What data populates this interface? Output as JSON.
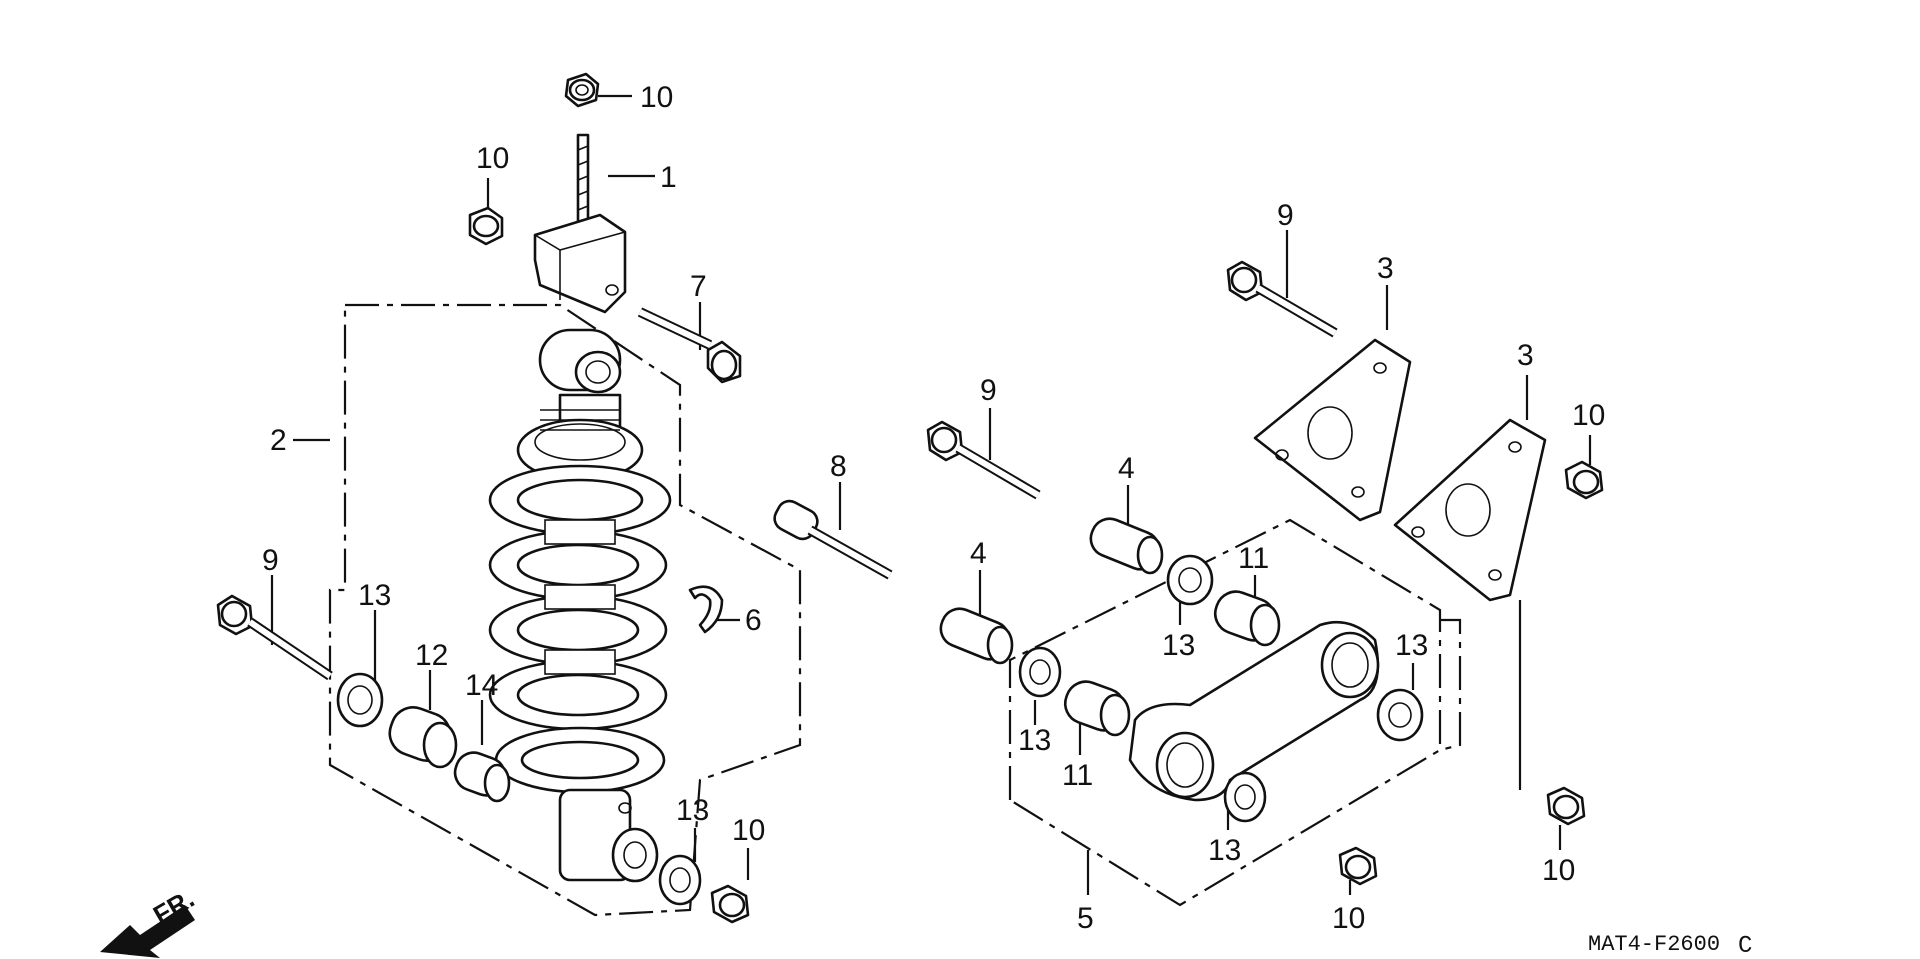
{
  "callouts": {
    "c10_top": "10",
    "c1": "1",
    "c10_upper_left": "10",
    "c7": "7",
    "c2": "2",
    "c8": "8",
    "c9_left": "9",
    "c13_left": "13",
    "c12": "12",
    "c14": "14",
    "c6": "6",
    "c13_shock_bottom": "13",
    "c10_shock_bottom": "10",
    "c9_center": "9",
    "c9_upper_right": "9",
    "c3_left": "3",
    "c3_right": "3",
    "c10_right": "10",
    "c4_upper": "4",
    "c4_lower": "4",
    "c11_upper": "11",
    "c13_center": "13",
    "c13_right": "13",
    "c13_link_left": "13",
    "c11_lower": "11",
    "c13_link_bottom": "13",
    "c5": "5",
    "c10_bottom_center": "10",
    "c10_bottom_right": "10"
  },
  "direction_label": "FR.",
  "reference_code": "MAT4-F2600",
  "reference_suffix": "C"
}
